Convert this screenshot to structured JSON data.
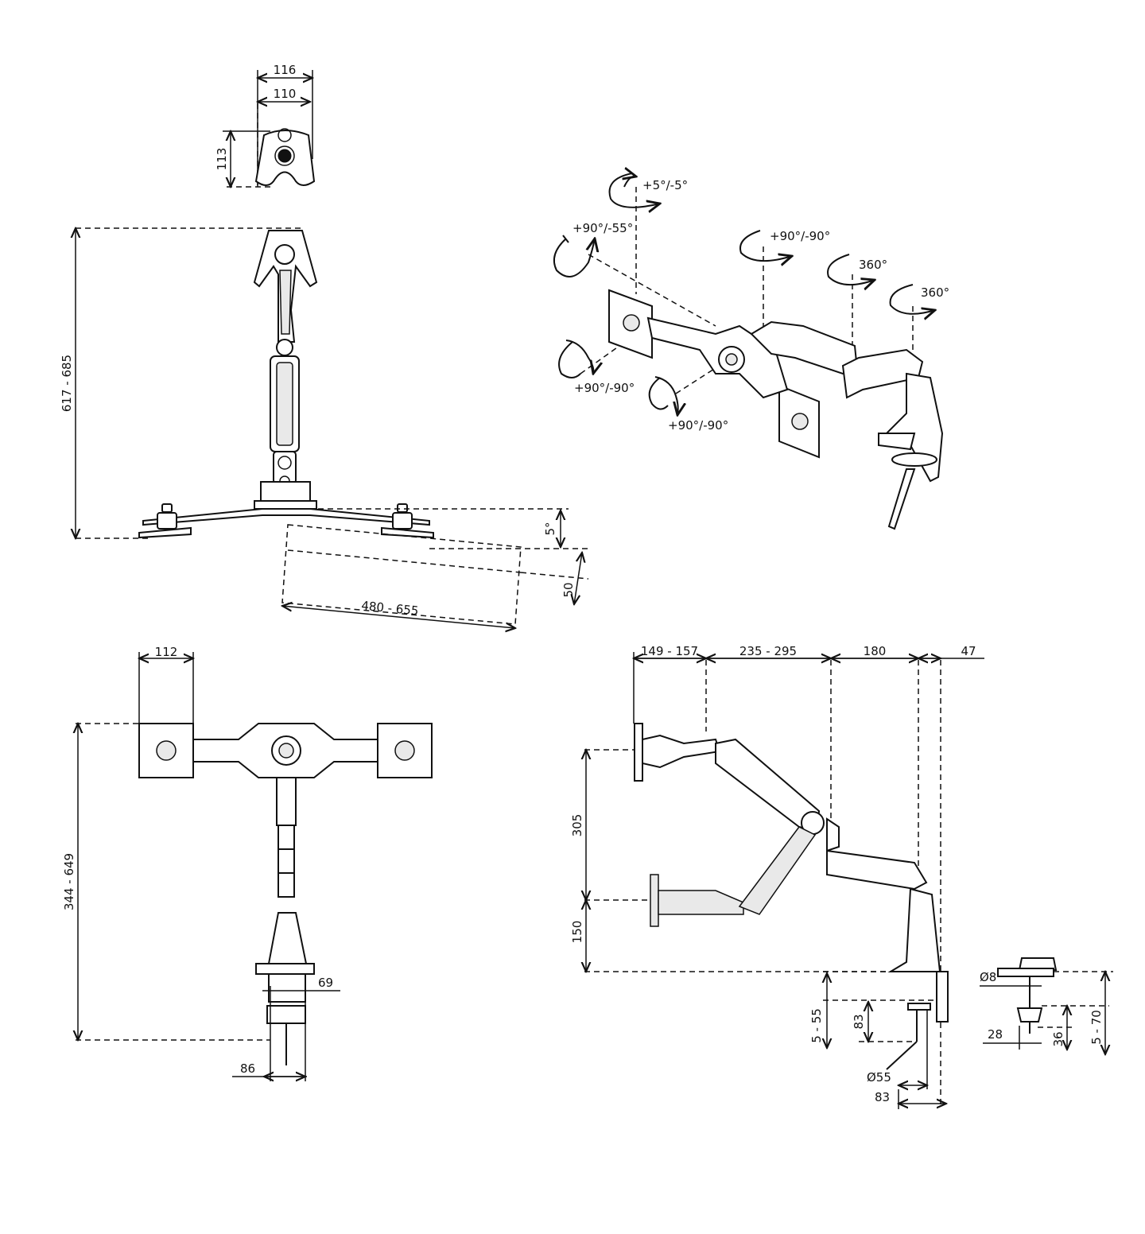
{
  "top_view": {
    "width_outer": "116",
    "width_inner": "110",
    "base_depth": "113",
    "height_range": "617 - 685",
    "tilt": "5°",
    "offset": "50",
    "reach_range": "480 - 655"
  },
  "rotations": {
    "tilt": "+5°/-5°",
    "pan": "+90°/-55°",
    "arm_swivel": "+90°/-90°",
    "joint_1": "360°",
    "joint_2": "360°",
    "head_left": "+90°/-90°",
    "head_center": "+90°/-90°"
  },
  "front_view": {
    "vesa_width": "112",
    "height_range": "344 - 649",
    "clamp_width": "69",
    "base_width": "86"
  },
  "side_view": {
    "seg_1": "149 - 157",
    "seg_2": "235 - 295",
    "seg_3": "180",
    "seg_4": "47",
    "height_upper": "305",
    "height_lower": "150",
    "desk_thickness": "5 - 55",
    "clamp_depth": "83",
    "clamp_diameter": "Ø55",
    "clamp_offset": "83"
  },
  "grommet": {
    "bolt_diameter": "Ø8",
    "thickness": "5 - 70",
    "washer": "28",
    "washer_height": "36"
  }
}
